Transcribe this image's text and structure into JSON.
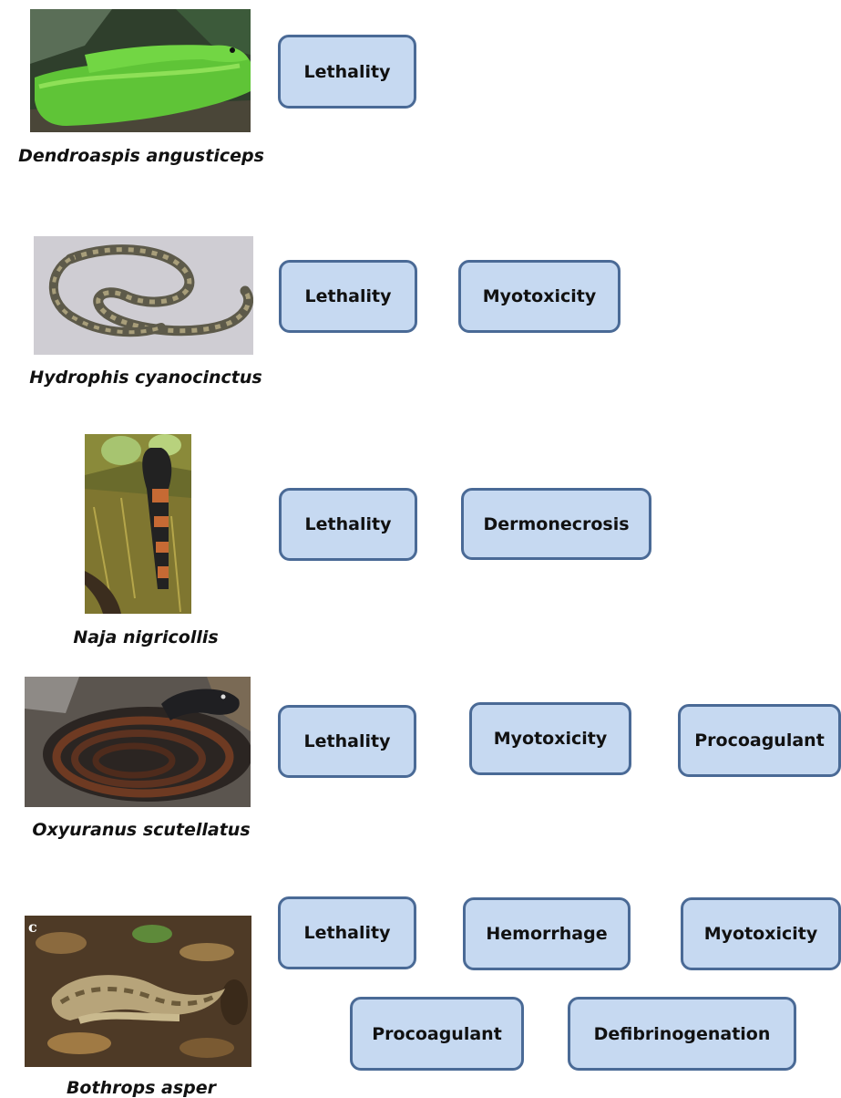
{
  "rows": [
    {
      "species": "Dendroaspis  angusticeps",
      "effects": [
        "Lethality"
      ]
    },
    {
      "species": "Hydrophis cyanocinctus",
      "effects": [
        "Lethality",
        "Myotoxicity"
      ]
    },
    {
      "species": "Naja nigricollis",
      "effects": [
        "Lethality",
        "Dermonecrosis"
      ]
    },
    {
      "species": "Oxyuranus  scutellatus",
      "effects": [
        "Lethality",
        "Myotoxicity",
        "Procoagulant"
      ]
    },
    {
      "species": "Bothrops  asper",
      "photo_label": "c",
      "effects": [
        "Lethality",
        "Hemorrhage",
        "Myotoxicity",
        "Procoagulant",
        "Defibrinogenation"
      ]
    }
  ],
  "colors": {
    "box_fill": "#c6d9f1",
    "box_border": "#4a6a96"
  }
}
